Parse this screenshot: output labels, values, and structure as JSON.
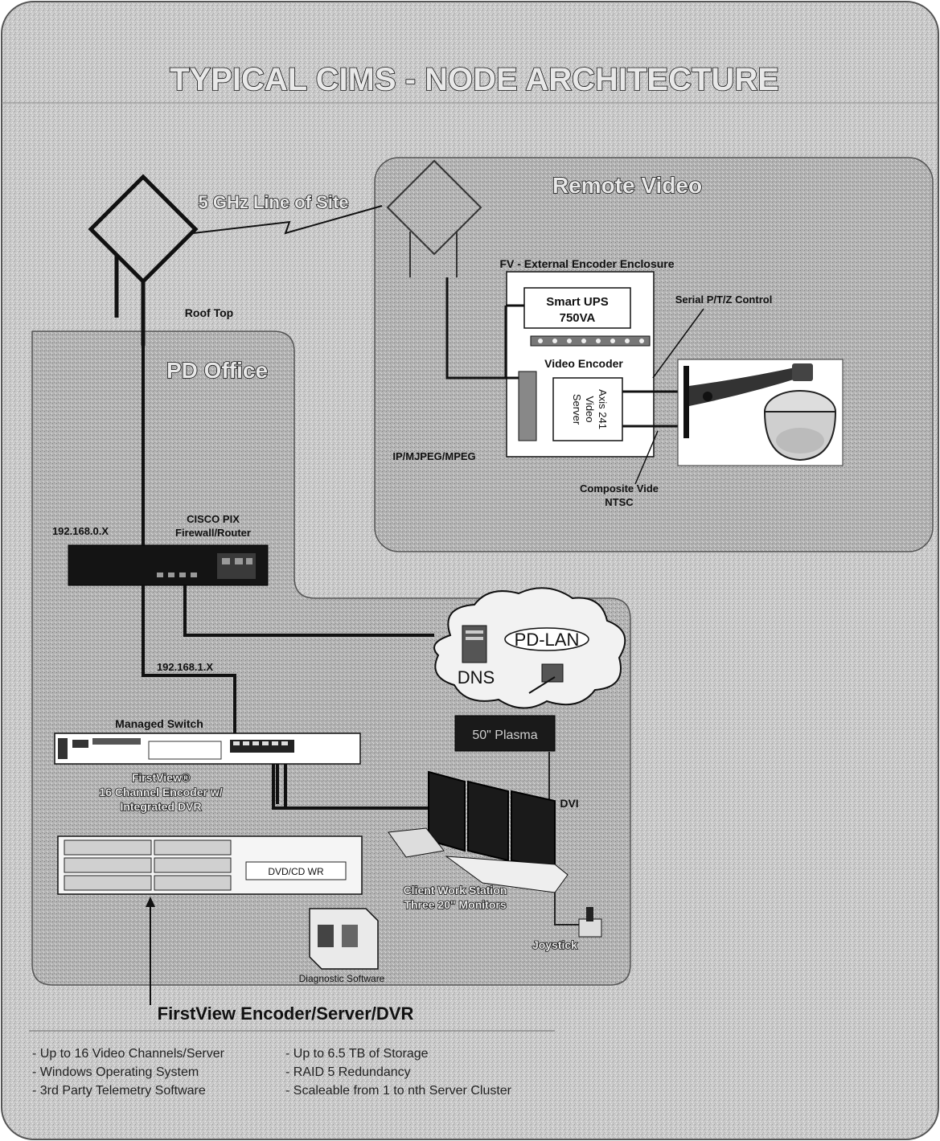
{
  "title": "TYPICAL CIMS - NODE ARCHITECTURE",
  "wireless_link": "5 GHz Line of Site",
  "roof_top": "Roof Top",
  "remote_video": {
    "title": "Remote Video",
    "enclosure": "FV - External Encoder Enclosure",
    "ups_line1": "Smart UPS",
    "ups_line2": "750VA",
    "video_encoder": "Video Encoder",
    "axis_line1": "Axis 241",
    "axis_line2": "Video",
    "axis_line3": "Server",
    "serial_ptz": "Serial P/T/Z Control",
    "protocol": "IP/MJPEG/MPEG",
    "composite_line1": "Composite Vide",
    "composite_line2": "NTSC"
  },
  "pd_office": {
    "title": "PD Office",
    "ip_wan": "192.168.0.X",
    "router_line1": "CISCO PIX",
    "router_line2": "Firewall/Router",
    "ip_lan": "192.168.1.X",
    "switch": "Managed Switch",
    "encoder_line1": "FirstView®",
    "encoder_line2": "16 Channel Encoder w/",
    "encoder_line3": "Integrated DVR",
    "dvd": "DVD/CD WR",
    "pd_lan": "PD-LAN",
    "dns": "DNS",
    "display": "50\" Plasma",
    "dvi": "DVI",
    "workstation_line1": "Client Work Station",
    "workstation_line2": "Three 20\" Monitors",
    "joystick": "Joystick",
    "diagnostic": "Diagnostic Software"
  },
  "footer_title": "FirstView Encoder/Server/DVR",
  "bullets_left": [
    "- Up to 16 Video Channels/Server",
    "- Windows Operating System",
    "- 3rd Party Telemetry Software"
  ],
  "bullets_right": [
    "- Up to 6.5 TB of Storage",
    "- RAID 5 Redundancy",
    "- Scaleable from 1 to nth Server Cluster"
  ]
}
